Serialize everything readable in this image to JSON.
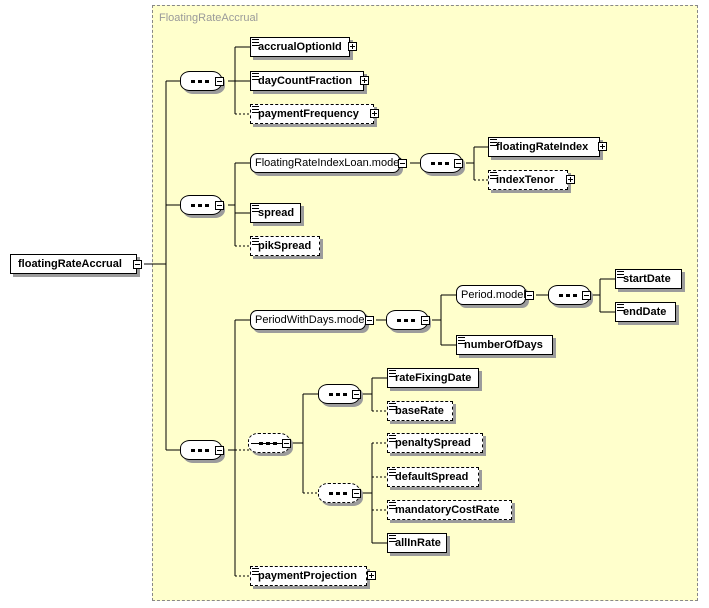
{
  "diagram": {
    "root": {
      "label": "floatingRateAccrual"
    },
    "type_name": "FloatingRateAccrual",
    "elements": {
      "accrualOptionId": "accrualOptionId",
      "dayCountFraction": "dayCountFraction",
      "paymentFrequency": "paymentFrequency",
      "floatingRateIndexLoanModel": "FloatingRateIndexLoan.model",
      "floatingRateIndex": "floatingRateIndex",
      "indexTenor": "indexTenor",
      "spread": "spread",
      "pikSpread": "pikSpread",
      "periodWithDaysModel": "PeriodWithDays.model",
      "periodModel": "Period.model",
      "startDate": "startDate",
      "endDate": "endDate",
      "numberOfDays": "numberOfDays",
      "rateFixingDate": "rateFixingDate",
      "baseRate": "baseRate",
      "penaltySpread": "penaltySpread",
      "defaultSpread": "defaultSpread",
      "mandatoryCostRate": "mandatoryCostRate",
      "allInRate": "allInRate",
      "paymentProjection": "paymentProjection"
    }
  },
  "colors": {
    "type_background": "#ffffcc",
    "shadow": "#9c9c9c",
    "type_label": "#9a9a9a"
  }
}
